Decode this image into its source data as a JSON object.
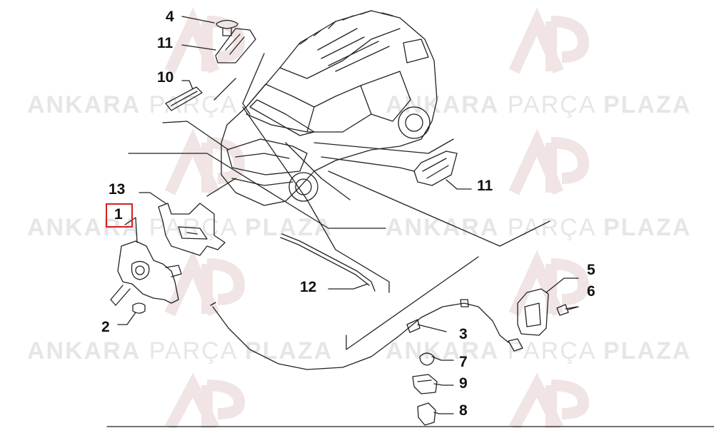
{
  "watermark": {
    "brand_bold": "ANKARA",
    "brand_light": "PARÇA",
    "brand_tail": "PLAZA"
  },
  "callouts": {
    "c1": "1",
    "c2": "2",
    "c3": "3",
    "c4": "4",
    "c5": "5",
    "c6": "6",
    "c7": "7",
    "c8": "8",
    "c9": "9",
    "c10": "10",
    "c11_top": "11",
    "c11_right": "11",
    "c12": "12",
    "c13": "13"
  },
  "highlighted_callout": "1",
  "colors": {
    "line": "#222222",
    "highlight": "#d42020",
    "watermark": "#e6e6e6"
  }
}
